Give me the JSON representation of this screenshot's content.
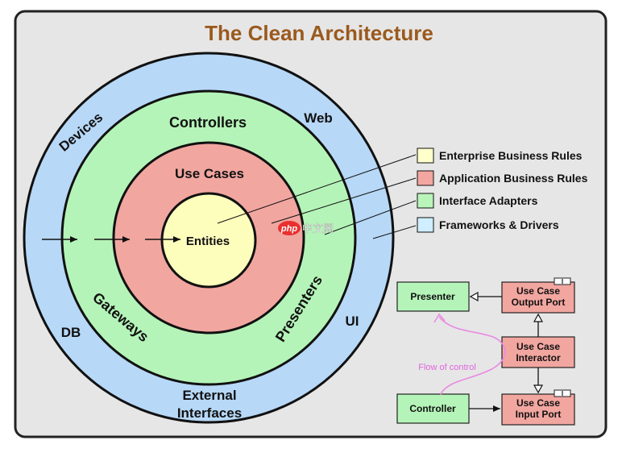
{
  "title": "The Clean Architecture",
  "rings": {
    "outer": {
      "top_left": "Devices",
      "top_right": "Web",
      "bottom_left": "DB",
      "bottom_right": "UI",
      "bottom_line1": "External",
      "bottom_line2": "Interfaces"
    },
    "green": {
      "top": "Controllers",
      "left": "Gateways",
      "right": "Presenters"
    },
    "red": {
      "top": "Use Cases"
    },
    "core": {
      "label": "Entities"
    }
  },
  "legend": [
    {
      "label": "Enterprise Business Rules",
      "color": "#ffffcc"
    },
    {
      "label": "Application Business Rules",
      "color": "#f2a6a0"
    },
    {
      "label": "Interface Adapters",
      "color": "#b9f5b9"
    },
    {
      "label": "Frameworks & Drivers",
      "color": "#cfeeff"
    }
  ],
  "watermark": {
    "prefix": "php",
    "suffix": "中文网"
  },
  "flow": {
    "presenter": "Presenter",
    "output_port_l1": "Use Case",
    "output_port_l2": "Output Port",
    "interactor_l1": "Use Case",
    "interactor_l2": "Interactor",
    "input_port_l1": "Use Case",
    "input_port_l2": "Input Port",
    "controller": "Controller",
    "interface_marker": "I",
    "flow_label": "Flow of control"
  },
  "colors": {
    "title": "#9a5a1e",
    "outer_ring": "#b7d8f7",
    "green_ring": "#b5f4b8",
    "red_ring": "#f2a6a0",
    "core": "#fdfdbc",
    "panel": "#e6e6e6",
    "flow_line": "#e98be3",
    "flow_text": "#e066de"
  }
}
